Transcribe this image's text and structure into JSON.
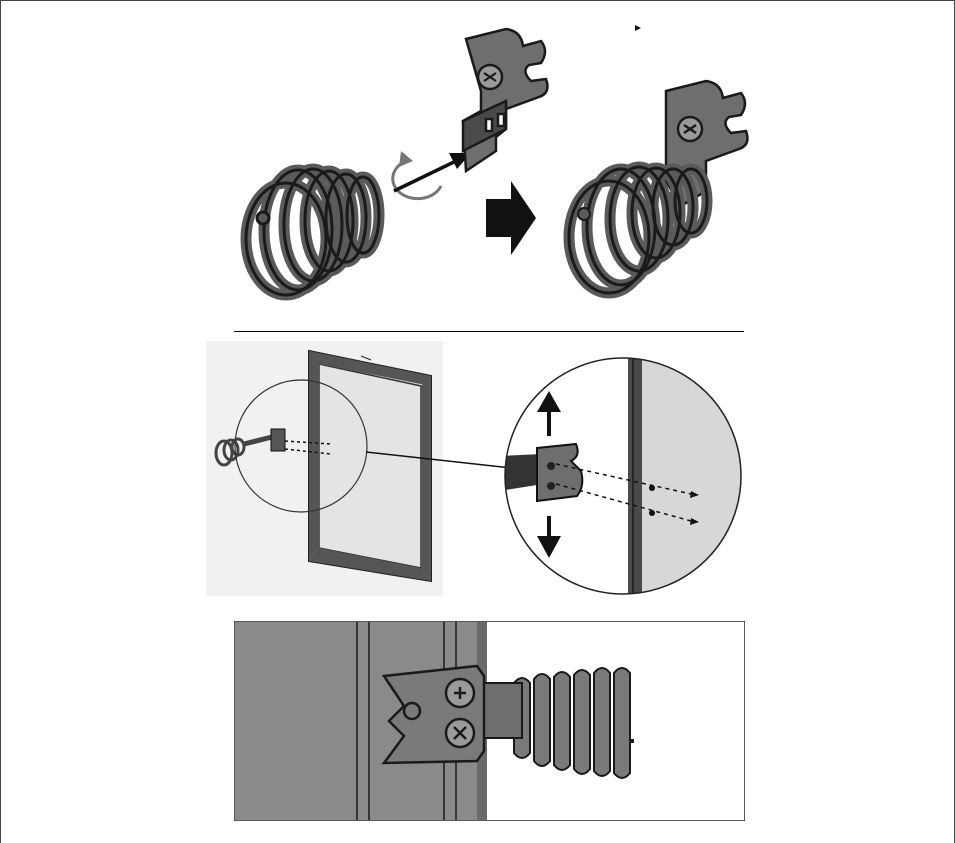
{
  "figure": {
    "steps": [
      {
        "id": "step-1",
        "description_visible": ""
      },
      {
        "id": "step-2",
        "description_visible": ""
      },
      {
        "id": "step-3",
        "description_visible": ""
      }
    ],
    "colors": {
      "part_fill": "#6e6e6e",
      "part_dark": "#3c3c3c",
      "part_stroke": "#1a1a1a",
      "glass": "#d7d7d7",
      "frame": "#4a4a4a",
      "detail_bg": "#8a8a8a",
      "arrow": "#111111",
      "line": "#000000"
    },
    "icons": [
      "rotate-arrow-icon",
      "insert-arrow-icon",
      "right-arrow-icon",
      "up-arrow-icon",
      "down-arrow-icon",
      "screw-icon"
    ]
  }
}
